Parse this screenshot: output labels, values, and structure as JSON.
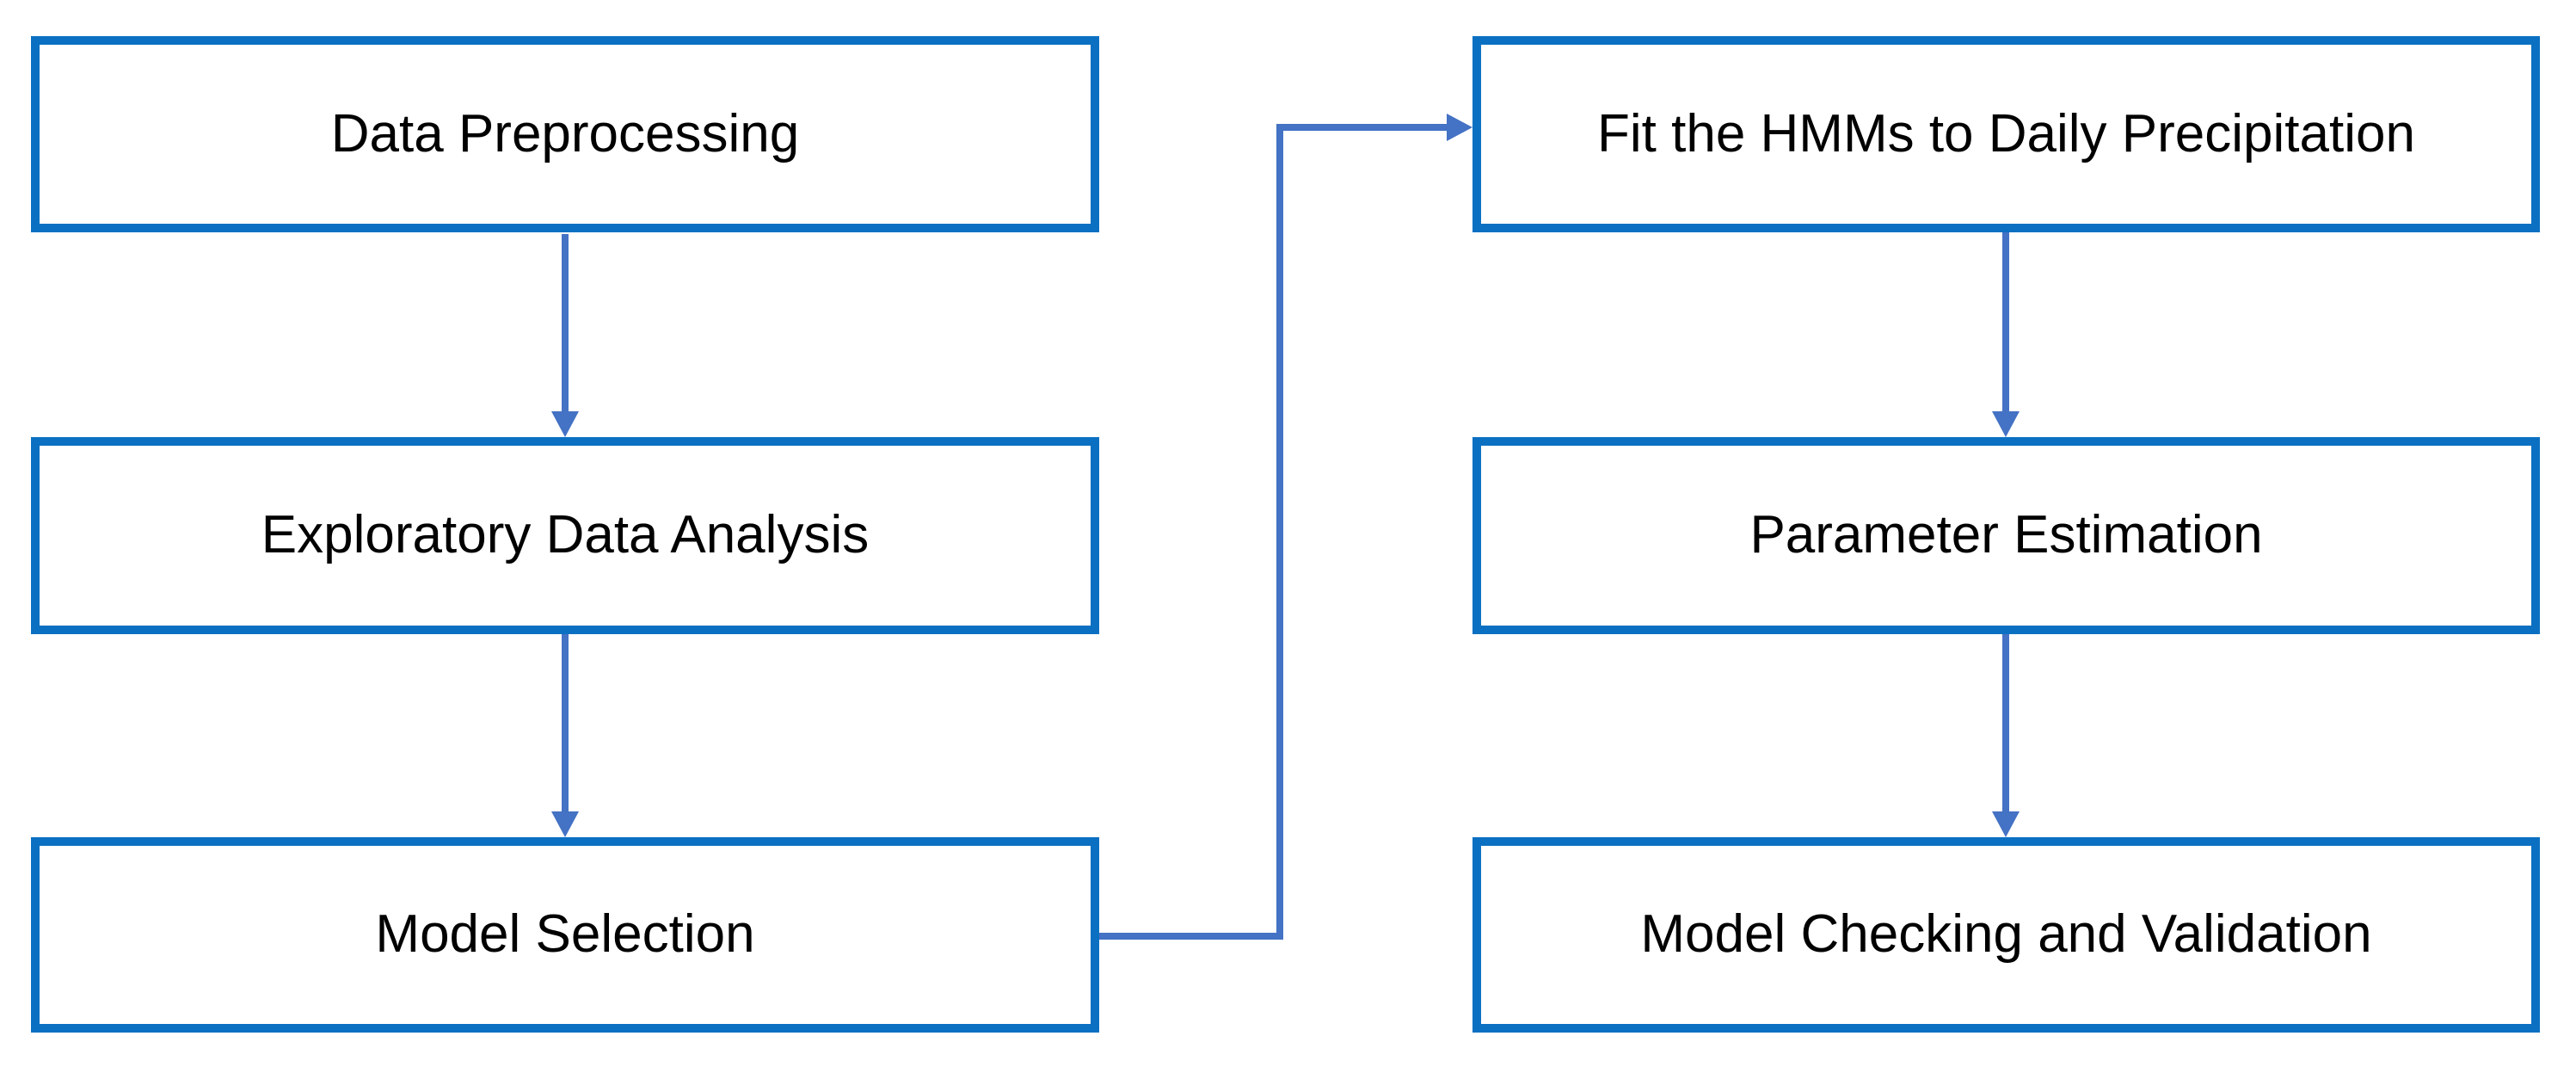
{
  "diagram_type": "flowchart",
  "nodes": [
    {
      "id": "data-preprocessing",
      "label": "Data Preprocessing"
    },
    {
      "id": "exploratory-data-analysis",
      "label": "Exploratory Data Analysis"
    },
    {
      "id": "model-selection",
      "label": "Model Selection"
    },
    {
      "id": "fit-hmms",
      "label": "Fit the HMMs to Daily Precipitation"
    },
    {
      "id": "parameter-estimation",
      "label": "Parameter Estimation"
    },
    {
      "id": "model-checking",
      "label": "Model Checking and Validation"
    }
  ],
  "edges": [
    {
      "from": "data-preprocessing",
      "to": "exploratory-data-analysis",
      "shape": "straight-down-arrow"
    },
    {
      "from": "exploratory-data-analysis",
      "to": "model-selection",
      "shape": "straight-down-arrow"
    },
    {
      "from": "model-selection",
      "to": "fit-hmms",
      "shape": "elbow-right-up-right-arrow"
    },
    {
      "from": "fit-hmms",
      "to": "parameter-estimation",
      "shape": "straight-down-arrow"
    },
    {
      "from": "parameter-estimation",
      "to": "model-checking",
      "shape": "straight-down-arrow"
    }
  ],
  "colors": {
    "node_border": "#0b70c2",
    "node_fill": "#ffffff",
    "arrow": "#4472c4",
    "text": "#000000",
    "background": "#ffffff"
  }
}
